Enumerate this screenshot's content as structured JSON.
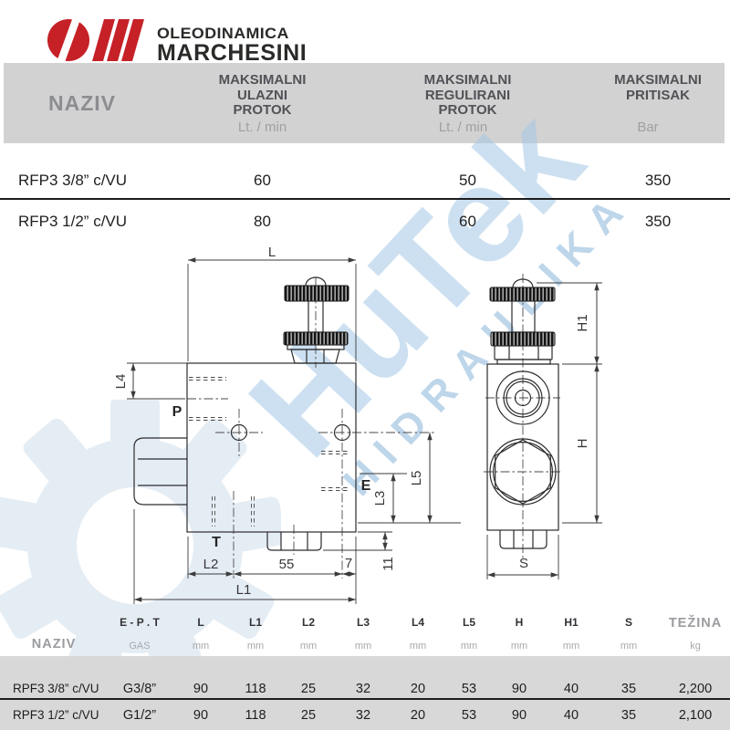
{
  "logo": {
    "line1": "OLEODINAMICA",
    "line2": "MARCHESINI"
  },
  "watermark": {
    "brand": "HuTek",
    "word": "HIDRAULIKA"
  },
  "colors": {
    "accent_red": "#c52127",
    "band_gray": "#d2d2d3",
    "panel_gray": "#d8d8d8",
    "watermark_blue": "#a3c7e5",
    "ink": "#232323"
  },
  "spec_table": {
    "name_header": "NAZIV",
    "columns": [
      {
        "lines": [
          "MAKSIMALNI",
          "ULAZNI",
          "PROTOK"
        ],
        "unit": "Lt. / min"
      },
      {
        "lines": [
          "MAKSIMALNI",
          "REGULIRANI",
          "PROTOK"
        ],
        "unit": "Lt. / min"
      },
      {
        "lines": [
          "MAKSIMALNI",
          "PRITISAK"
        ],
        "unit": "Bar"
      }
    ],
    "rows": [
      {
        "name": "RFP3 3/8” c/VU",
        "values": [
          "60",
          "50",
          "350"
        ]
      },
      {
        "name": "RFP3 1/2” c/VU",
        "values": [
          "80",
          "60",
          "350"
        ]
      }
    ]
  },
  "drawing": {
    "labels": {
      "L": "L",
      "L1": "L1",
      "L2": "L2",
      "L3": "L3",
      "L4": "L4",
      "L5": "L5",
      "H": "H",
      "H1": "H1",
      "S": "S",
      "d55": "55",
      "d7": "7",
      "d11": "11",
      "P": "P",
      "T": "T",
      "E": "E"
    }
  },
  "dim_table": {
    "name_header": "NAZIV",
    "weight_header": "TEŽINA",
    "col_labels": [
      "E - P . T",
      "L",
      "L1",
      "L2",
      "L3",
      "L4",
      "L5",
      "H",
      "H1",
      "S"
    ],
    "col_units": [
      "GAS",
      "mm",
      "mm",
      "mm",
      "mm",
      "mm",
      "mm",
      "mm",
      "mm",
      "mm",
      "kg"
    ],
    "rows": [
      {
        "name": "RPF3 3/8” c/VU",
        "values": [
          "G3/8”",
          "90",
          "118",
          "25",
          "32",
          "20",
          "53",
          "90",
          "40",
          "35",
          "2,200"
        ]
      },
      {
        "name": "RPF3 1/2” c/VU",
        "values": [
          "G1/2”",
          "90",
          "118",
          "25",
          "32",
          "20",
          "53",
          "90",
          "40",
          "35",
          "2,100"
        ]
      }
    ]
  }
}
